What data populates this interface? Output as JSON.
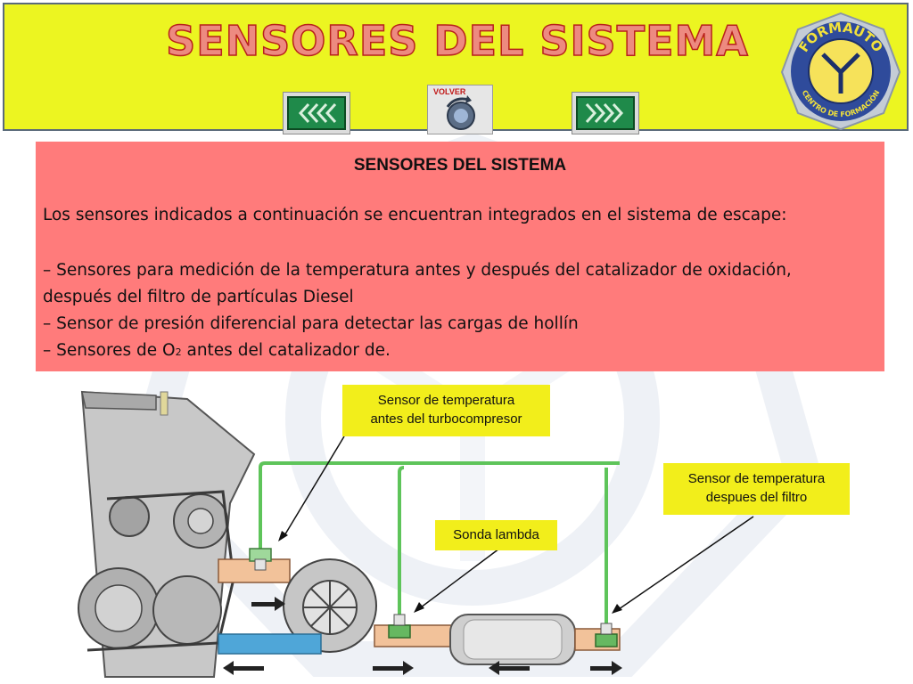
{
  "header": {
    "title": "SENSORES DEL SISTEMA",
    "prev_button": "previous-slide",
    "next_button": "next-slide",
    "volver_label": "VOLVER",
    "logo_top_text": "FORMAUTO",
    "logo_bottom_text": "CENTRO DE FORMACIÓN",
    "colors": {
      "header_bg": "#ecf521",
      "title": "#e0443a",
      "nav_green": "#1f8a4a"
    }
  },
  "info": {
    "title": "SENSORES DEL SISTEMA",
    "intro": "Los sensores indicados a continuación se encuentran integrados en el sistema de escape:",
    "bullet1_line1": "– Sensores para medición de la temperatura antes y después del catalizador de oxidación,",
    "bullet1_line2": "después del filtro de partículas Diesel",
    "bullet2": "– Sensor de presión diferencial para detectar las cargas de hollín",
    "bullet3_prefix": "– Sensores de O",
    "bullet3_sub": "2",
    "bullet3_suffix": " antes del catalizador de.",
    "box_color": "#ff7b7b"
  },
  "diagram": {
    "label_turbo_line1": "Sensor de temperatura",
    "label_turbo_line2": "antes del turbocompresor",
    "label_filter_line1": "Sensor de temperatura",
    "label_filter_line2": "despues del filtro",
    "label_lambda": "Sonda lambda",
    "label_color": "#f2ee1b",
    "wire_color": "#5ec45a"
  }
}
